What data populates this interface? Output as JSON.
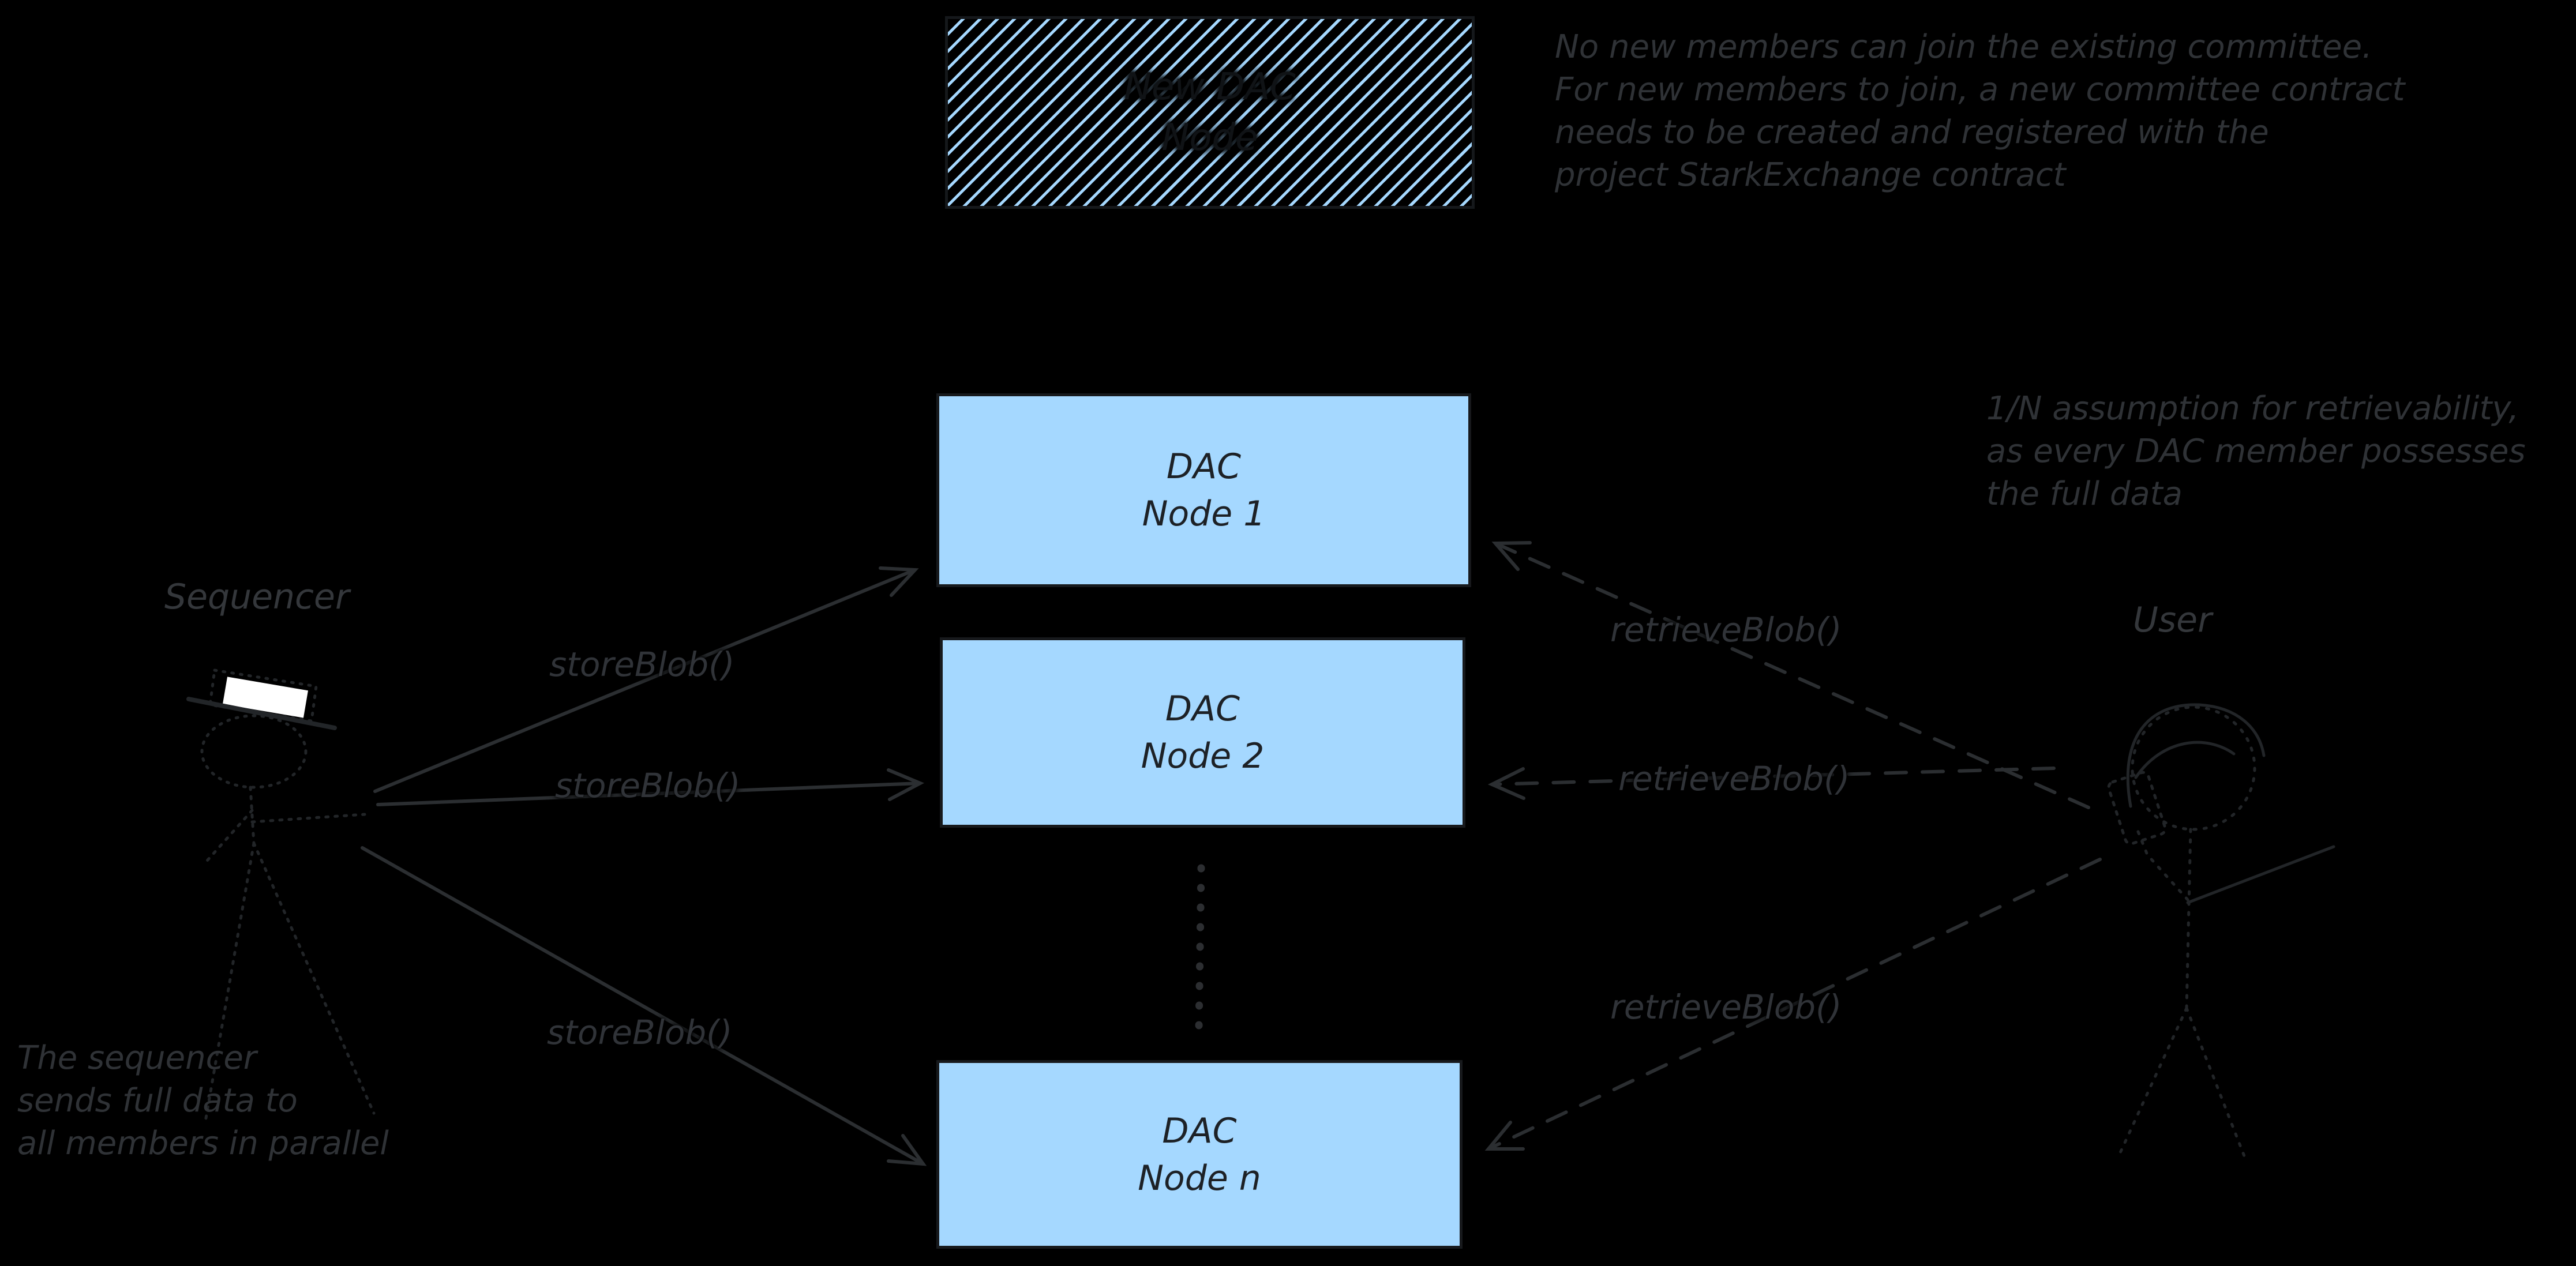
{
  "diagram": {
    "background_color": "#000000",
    "accent_color": "#a5d8ff",
    "stroke_color": "#2b2e31",
    "hat_color": "#ffffff"
  },
  "boxes": {
    "new_dac": {
      "line1": "New DAC",
      "line2": "Node"
    },
    "node1": {
      "line1": "DAC",
      "line2": "Node 1"
    },
    "node2": {
      "line1": "DAC",
      "line2": "Node 2"
    },
    "noden": {
      "line1": "DAC",
      "line2": "Node n"
    }
  },
  "actors": {
    "sequencer": "Sequencer",
    "user": "User"
  },
  "edges": {
    "store_label": "storeBlob()",
    "retrieve_label": "retrieveBlob()"
  },
  "notes": {
    "committee": [
      "No new members can join the existing committee.",
      "For new members to join, a new committee contract",
      "needs to be created and registered with the",
      "project StarkExchange contract"
    ],
    "retrievability": [
      "1/N assumption for retrievability,",
      "as every DAC member possesses",
      "the full data"
    ],
    "parallel": [
      "The sequencer",
      "sends full data to",
      "all members in parallel"
    ]
  }
}
